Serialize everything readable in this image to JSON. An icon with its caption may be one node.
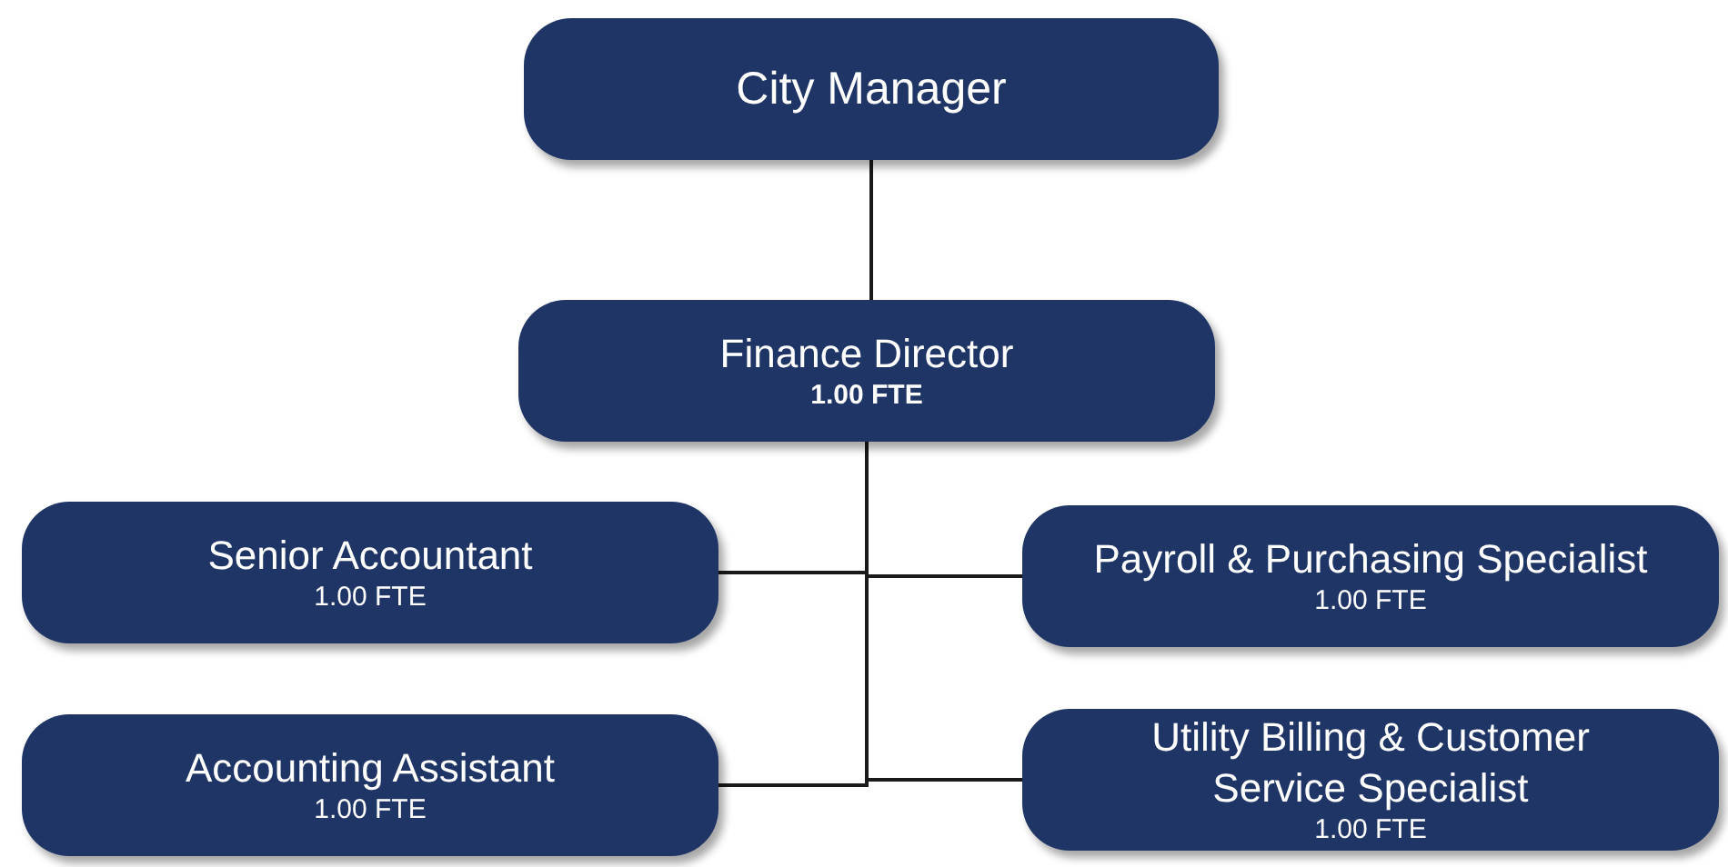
{
  "diagram": {
    "nodes": [
      {
        "text": [
          "City Manager"
        ]
      },
      {
        "text": [
          "Finance Director",
          "1.00 FTE"
        ]
      },
      {
        "text": [
          "Senior Accountant",
          "1.00 FTE"
        ]
      },
      {
        "text": [
          "Payroll & Purchasing Specialist",
          "1.00 FTE"
        ]
      },
      {
        "text": [
          "Accounting Assistant",
          "1.00 FTE"
        ]
      },
      {
        "text": [
          "Utility Billing & Customer Service Specialist",
          "1.00 FTE"
        ]
      }
    ],
    "edges": [
      {
        "from": 0,
        "to": 1,
        "arrow": "none"
      },
      {
        "from": 1,
        "to": 2,
        "arrow": "none"
      },
      {
        "from": 1,
        "to": 3,
        "arrow": "none"
      },
      {
        "from": 1,
        "to": 4,
        "arrow": "none"
      },
      {
        "from": 1,
        "to": 5,
        "arrow": "none"
      }
    ]
  }
}
